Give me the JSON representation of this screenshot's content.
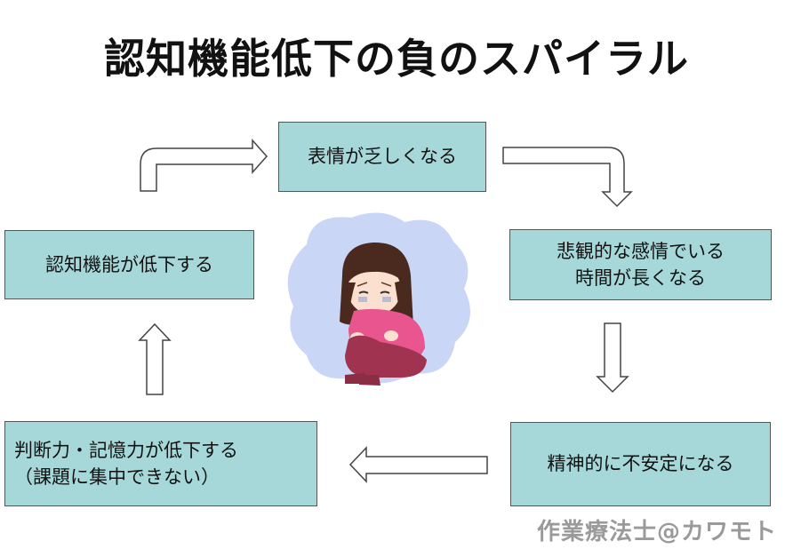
{
  "title": "認知機能低下の負のスパイラル",
  "boxes": {
    "b1": "表情が乏しくなる",
    "b2": "悲観的な感情でいる\n時間が長くなる",
    "b3": "精神的に不安定になる",
    "b4": "判断力・記憶力が低下する\n（課題に集中できない）",
    "b5": "認知機能が低下する"
  },
  "credit": "作業療法士@カワモト",
  "colors": {
    "box_fill": "#a6d8da",
    "blob": "#c9d6f5",
    "sweater": "#e8558f",
    "skirt": "#a0334f",
    "hair": "#4a2a1e"
  },
  "icons": [
    "depressed-girl-illustration",
    "arrow-right",
    "arrow-down",
    "arrow-left",
    "arrow-up"
  ]
}
